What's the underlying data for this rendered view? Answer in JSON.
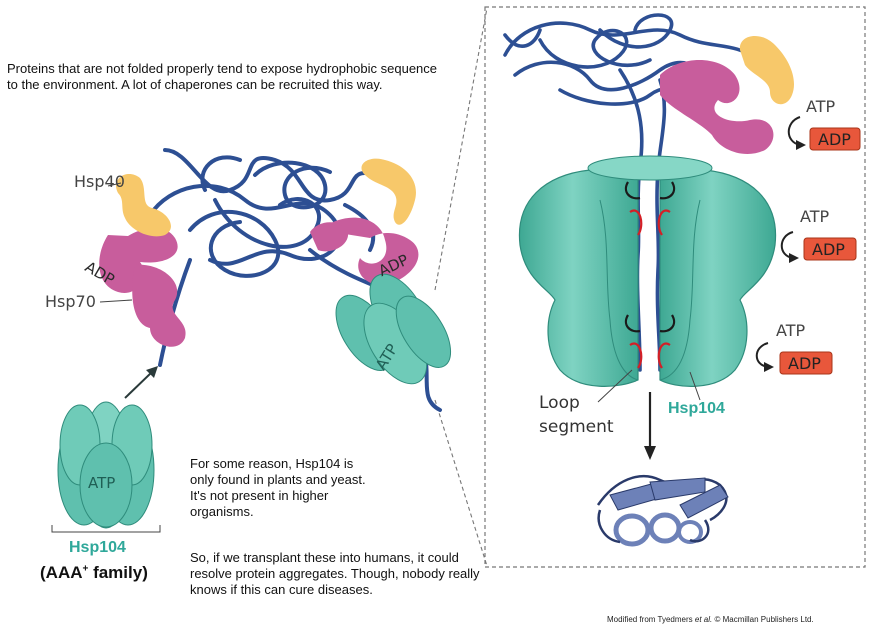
{
  "notes": {
    "intro": "Proteins that are not folded properly tend to expose hydrophobic sequence to the environment.  A lot of chaperones can be recruited this way.",
    "hsp104_note_1": "For some reason, Hsp104 is only found in plants and yeast.  It's not present in higher organisms.",
    "hsp104_note_2": "So, if we transplant these into humans, it could resolve protein aggregates. Though, nobody really knows if this can cure diseases."
  },
  "labels": {
    "hsp40": "Hsp40",
    "hsp70": "Hsp70",
    "adp": "ADP",
    "atp": "ATP",
    "hsp104": "Hsp104",
    "family_prefix": "(AAA",
    "family_sup": "+",
    "family_suffix": " family)",
    "loop_line1": "Loop",
    "loop_line2": "segment",
    "credit_prefix": "Modified from Tyedmers ",
    "credit_italic": "et al.",
    "credit_suffix": " © Macmillan Publishers Ltd."
  },
  "colors": {
    "chain": "#2d4f93",
    "hsp104": "#5fc0ae",
    "hsp104_dark": "#3a9e8c",
    "hsp70": "#c85d9c",
    "hsp40": "#f7c86a",
    "adp_box": "#e8573b",
    "loop_red": "#d41f26",
    "refolded": "#6d81b8"
  }
}
